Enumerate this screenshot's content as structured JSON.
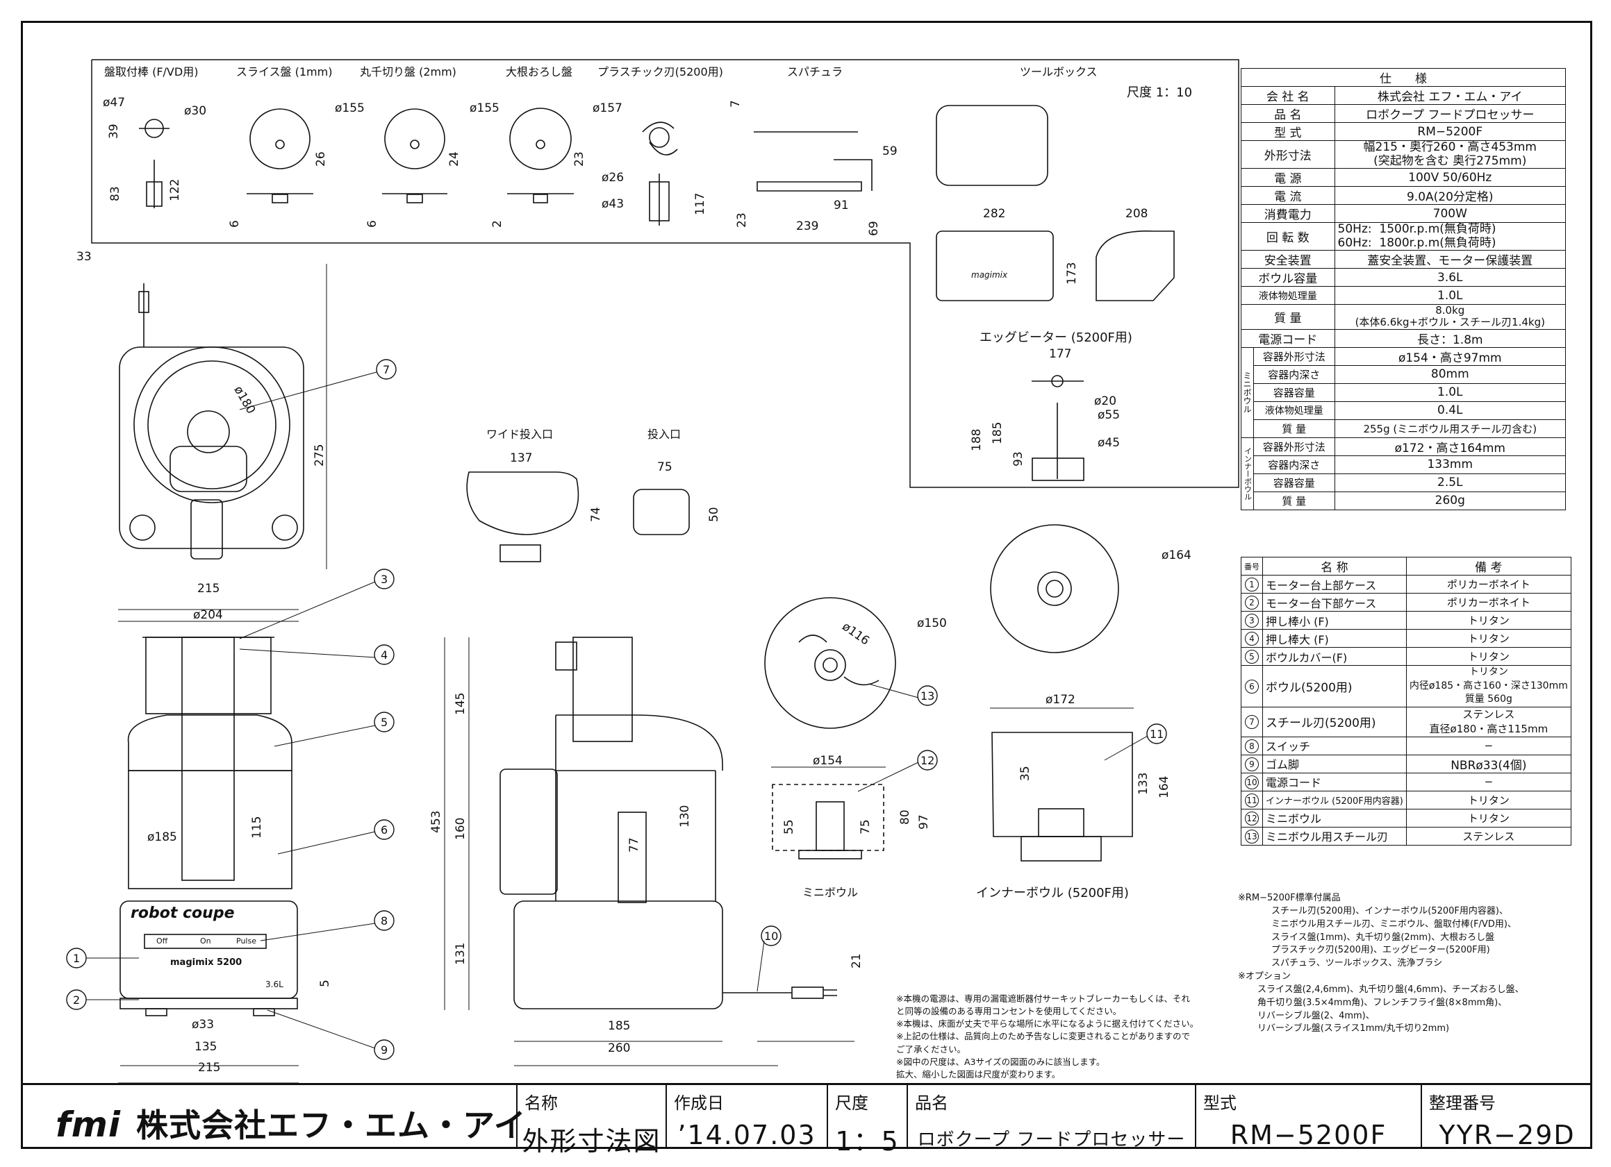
{
  "attachments": {
    "labels": [
      "盤取付棒 (F/VD用)",
      "スライス盤 (1mm)",
      "丸千切り盤 (2mm)",
      "大根おろし盤",
      "プラスチック刃(5200用)",
      "スパチュラ",
      "ツールボックス"
    ],
    "scale": "尺度 1：10"
  },
  "inlet_labels": {
    "wide": "ワイド投入口",
    "normal": "投入口"
  },
  "bowl_labels": {
    "mini": "ミニボウル",
    "inner": "インナーボウル (5200F用)",
    "egg": "エッグビーター (5200F用)"
  },
  "dimensions": {
    "d47": "ø47",
    "d30": "ø30",
    "d155a": "ø155",
    "d155b": "ø155",
    "d157": "ø157",
    "v39": "39",
    "v83": "83",
    "v122": "122",
    "v26": "26",
    "v24": "24",
    "v23a": "23",
    "v6a": "6",
    "v6b": "6",
    "v2": "2",
    "d26": "ø26",
    "d43": "ø43",
    "v117": "117",
    "v7": "7",
    "v59": "59",
    "v91": "91",
    "v23b": "23",
    "v239": "239",
    "v69": "69",
    "w282": "282",
    "w208": "208",
    "v173": "173",
    "w177": "177",
    "d20": "ø20",
    "d55": "ø55",
    "d45": "ø45",
    "v188": "188",
    "v185": "185",
    "v93": "93",
    "w33": "33",
    "d180": "ø180",
    "v275": "275",
    "w215a": "215",
    "w137": "137",
    "v74": "74",
    "w75": "75",
    "v50": "50",
    "d204": "ø204",
    "d185": "ø185",
    "v115": "115",
    "d33": "ø33",
    "w135": "135",
    "w215b": "215",
    "v5": "5",
    "v453": "453",
    "v145": "145",
    "v160": "160",
    "v131": "131",
    "v77": "77",
    "v130": "130",
    "w185": "185",
    "w260": "260",
    "v21": "21",
    "d116": "ø116",
    "d150": "ø150",
    "d164": "ø164",
    "d154": "ø154",
    "v55": "55",
    "v75": "75",
    "v80": "80",
    "v97": "97",
    "d172": "ø172",
    "v35": "35",
    "v133": "133",
    "v164": "164"
  },
  "callouts": [
    "1",
    "2",
    "3",
    "4",
    "5",
    "6",
    "7",
    "8",
    "9",
    "10",
    "11",
    "12",
    "13"
  ],
  "machine": {
    "brand": "robot coupe",
    "btn_off": "Off",
    "btn_on": "On",
    "btn_pulse": "Pulse",
    "model_mark": "magimix 5200",
    "capacity": "3.6L",
    "toolbox_brand": "magimix"
  },
  "spec_table": {
    "header": [
      "仕",
      "様"
    ],
    "rows": [
      [
        "会 社 名",
        "株式会社 エフ・エム・アイ"
      ],
      [
        "品  名",
        "ロボクープ フードプロセッサー"
      ],
      [
        "型  式",
        "RM−5200F"
      ],
      [
        "外形寸法",
        "幅215・奥行260・高さ453mm\n(突起物を含む 奥行275mm)"
      ],
      [
        "電  源",
        "100V 50/60Hz"
      ],
      [
        "電  流",
        "9.0A(20分定格)"
      ],
      [
        "消費電力",
        "700W"
      ],
      [
        "回 転 数",
        "50Hz:  1500r.p.m(無負荷時)\n60Hz:  1800r.p.m(無負荷時)"
      ],
      [
        "安全装置",
        "蓋安全装置、モーター保護装置"
      ],
      [
        "ボウル容量",
        "3.6L"
      ],
      [
        "液体物処理量",
        "1.0L"
      ],
      [
        "質  量",
        "8.0kg\n(本体6.6kg+ボウル・スチール刃1.4kg)"
      ],
      [
        "電源コード",
        "長さ：1.8m"
      ]
    ],
    "mini_label": "ミニボウル",
    "mini_rows": [
      [
        "容器外形寸法",
        "ø154・高さ97mm"
      ],
      [
        "容器内深さ",
        "80mm"
      ],
      [
        "容器容量",
        "1.0L"
      ],
      [
        "液体物処理量",
        "0.4L"
      ],
      [
        "質  量",
        "255g (ミニボウル用スチール刃含む)"
      ]
    ],
    "inner_label": "インナーボウル",
    "inner_rows": [
      [
        "容器外形寸法",
        "ø172・高さ164mm"
      ],
      [
        "容器内深さ",
        "133mm"
      ],
      [
        "容器容量",
        "2.5L"
      ],
      [
        "質  量",
        "260g"
      ]
    ]
  },
  "parts_table": {
    "header": [
      "番号",
      "名  称",
      "備  考"
    ],
    "rows": [
      [
        "1",
        "モーター台上部ケース",
        "ポリカーボネイト"
      ],
      [
        "2",
        "モーター台下部ケース",
        "ポリカーボネイト"
      ],
      [
        "3",
        "押し棒小 (F)",
        "トリタン"
      ],
      [
        "4",
        "押し棒大 (F)",
        "トリタン"
      ],
      [
        "5",
        "ボウルカバー(F)",
        "トリタン"
      ],
      [
        "6",
        "ボウル(5200用)",
        "トリタン\n内径ø185・高さ160・深さ130mm\n質量 560g"
      ],
      [
        "7",
        "スチール刃(5200用)",
        "ステンレス\n直径ø180・高さ115mm"
      ],
      [
        "8",
        "スイッチ",
        "−"
      ],
      [
        "9",
        "ゴム脚",
        "NBRø33(4個)"
      ],
      [
        "10",
        "電源コード",
        "−"
      ],
      [
        "11",
        "インナーボウル (5200F用内容器)",
        "トリタン"
      ],
      [
        "12",
        "ミニボウル",
        "トリタン"
      ],
      [
        "13",
        "ミニボウル用スチール刃",
        "ステンレス"
      ]
    ]
  },
  "accessories": [
    "※RM−5200F標準付属品",
    "スチール刃(5200用)、インナーボウル(5200F用内容器)、",
    "ミニボウル用スチール刃、ミニボウル、盤取付棒(F/VD用)、",
    "スライス盤(1mm)、丸千切り盤(2mm)、大根おろし盤",
    "プラスチック刃(5200用)、エッグビーター(5200F用)",
    "スパチュラ、ツールボックス、洗浄ブラシ",
    "※オプション",
    "スライス盤(2,4,6mm)、丸千切り盤(4,6mm)、チーズおろし盤、",
    "角千切り盤(3.5×4mm角)、フレンチフライ盤(8×8mm角)、",
    "リバーシブル盤(2、4mm)、",
    "リバーシブル盤(スライス1mm/丸千切り2mm)"
  ],
  "notes": [
    "※本機の電源は、専用の漏電遮断器付サーキットブレーカーもしくは、それ",
    "  と同等の設備のある専用コンセントを使用してください。",
    "※本機は、床面が丈夫で平らな場所に水平になるように据え付けてください。",
    "※上記の仕様は、品質向上のため予告なしに変更されることがありますので",
    "  ご了承ください。",
    "※図中の尺度は、A3サイズの図面のみに該当します。",
    "  拡大、縮小した図面は尺度が変わります。"
  ],
  "title_block": {
    "company": "株式会社エフ・エム・アイ",
    "fmi": "fmi",
    "name_h": "名称",
    "name_v": "外形寸法図",
    "date_h": "作成日",
    "date_v": "’14.07.03",
    "scale_h": "尺度",
    "scale_v": "1：5",
    "product_h": "品名",
    "product_v": "ロボクープ フードプロセッサー",
    "model_h": "型式",
    "model_v": "RM−5200F",
    "ref_h": "整理番号",
    "ref_v": "YYR−29D"
  }
}
